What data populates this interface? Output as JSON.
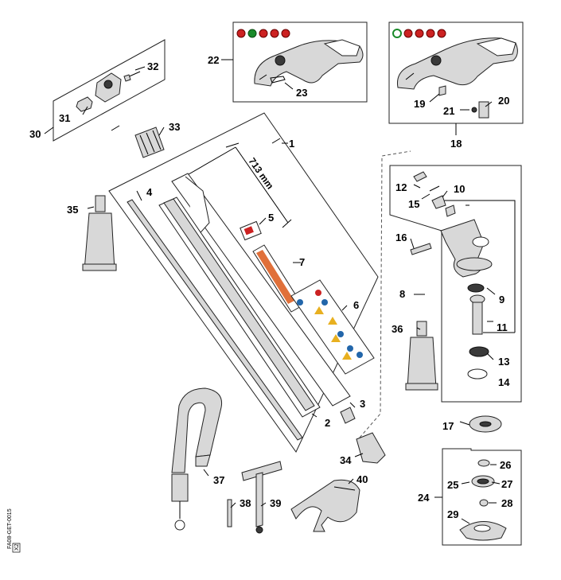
{
  "diagram": {
    "dimension": "713 mm",
    "code": "FA08-GET-0015",
    "code_suffix": "X2",
    "labels": {
      "p1": "1",
      "p2": "2",
      "p3": "3",
      "p4": "4",
      "p5": "5",
      "p6": "6",
      "p7": "7",
      "p8": "8",
      "p9": "9",
      "p10": "10",
      "p11": "11",
      "p12": "12",
      "p13": "13",
      "p14": "14",
      "p15": "15",
      "p16": "16",
      "p17": "17",
      "p18": "18",
      "p19": "19",
      "p20": "20",
      "p21": "21",
      "p22": "22",
      "p23": "23",
      "p24": "24",
      "p25": "25",
      "p26": "26",
      "p27": "27",
      "p28": "28",
      "p29": "29",
      "p30": "30",
      "p31": "31",
      "p32": "32",
      "p33": "33",
      "p34": "34",
      "p35": "35",
      "p36": "36",
      "p37": "37",
      "p38": "38",
      "p39": "39",
      "p40": "40"
    }
  }
}
